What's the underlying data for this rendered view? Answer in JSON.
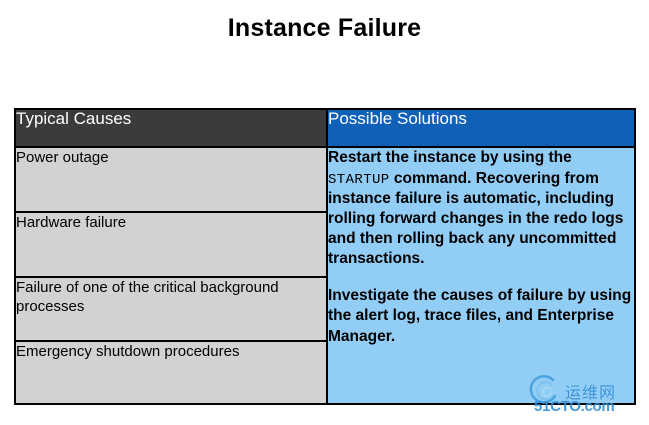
{
  "slide": {
    "title": "Instance Failure"
  },
  "table": {
    "headers": {
      "causes": "Typical Causes",
      "solutions": "Possible Solutions"
    },
    "causes": [
      "Power outage",
      "Hardware failure",
      "Failure of one of the critical background processes",
      "Emergency shutdown procedures"
    ],
    "solution": {
      "paragraph1_before_code": "Restart the instance by using the ",
      "code": "STARTUP",
      "paragraph1_after_code": " command. Recovering from instance failure is automatic, including rolling forward changes in the redo logs and then rolling back any uncommitted transactions.",
      "paragraph2": "Investigate the causes of failure by using the alert log, trace files, and Enterprise Manager."
    }
  },
  "watermark": {
    "chinese": "运维网",
    "url": "51CTO.com"
  },
  "colors": {
    "header_causes_bg": "#3b3b3b",
    "header_solutions_bg": "#1060b8",
    "cause_cell_bg": "#d2d2d2",
    "solution_cell_bg": "#92cdf5",
    "border": "#000000",
    "watermark": "#2f8fd8"
  }
}
